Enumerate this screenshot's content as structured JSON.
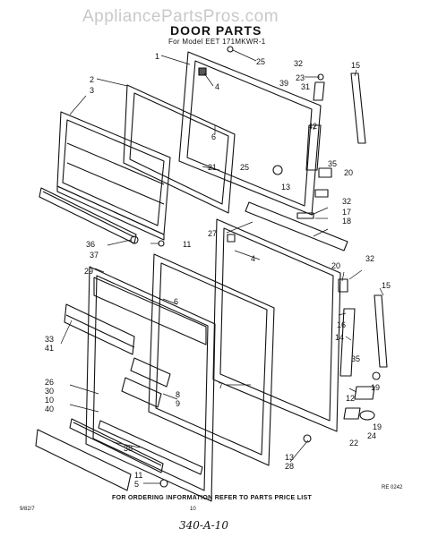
{
  "watermark": "AppliancePartsPros.com",
  "title": "DOOR PARTS",
  "subtitle": "For Model EET 171MKWR-1",
  "footer_note": "FOR ORDERING INFORMATION REFER TO PARTS PRICE LIST",
  "code_left": "9/82/7",
  "page_no": "10",
  "diagram_code": "RE 0242",
  "handwritten_note": "340-A-10",
  "callouts": [
    {
      "id": "c1",
      "label": "1"
    },
    {
      "id": "c25a",
      "label": "25"
    },
    {
      "id": "c4a",
      "label": "4"
    },
    {
      "id": "c32a",
      "label": "32"
    },
    {
      "id": "c23",
      "label": "23"
    },
    {
      "id": "c31",
      "label": "31"
    },
    {
      "id": "c39",
      "label": "39"
    },
    {
      "id": "c15a",
      "label": "15"
    },
    {
      "id": "c2",
      "label": "2"
    },
    {
      "id": "c3",
      "label": "3"
    },
    {
      "id": "c42",
      "label": "42"
    },
    {
      "id": "c6a",
      "label": "6"
    },
    {
      "id": "c21",
      "label": "21"
    },
    {
      "id": "c25b",
      "label": "25"
    },
    {
      "id": "c35a",
      "label": "35"
    },
    {
      "id": "c20a",
      "label": "20"
    },
    {
      "id": "c13a",
      "label": "13"
    },
    {
      "id": "c32b",
      "label": "32"
    },
    {
      "id": "c17",
      "label": "17"
    },
    {
      "id": "c18",
      "label": "18"
    },
    {
      "id": "c27",
      "label": "27"
    },
    {
      "id": "c11a",
      "label": "11"
    },
    {
      "id": "c36",
      "label": "36"
    },
    {
      "id": "c37",
      "label": "37"
    },
    {
      "id": "c4b",
      "label": "4"
    },
    {
      "id": "c20b",
      "label": "20"
    },
    {
      "id": "c32c",
      "label": "32"
    },
    {
      "id": "c29",
      "label": "29"
    },
    {
      "id": "c15b",
      "label": "15"
    },
    {
      "id": "c6b",
      "label": "6"
    },
    {
      "id": "c16",
      "label": "16"
    },
    {
      "id": "c33",
      "label": "33"
    },
    {
      "id": "c41",
      "label": "41"
    },
    {
      "id": "c14",
      "label": "14"
    },
    {
      "id": "c35b",
      "label": "35"
    },
    {
      "id": "c8",
      "label": "8"
    },
    {
      "id": "c9",
      "label": "9"
    },
    {
      "id": "c26",
      "label": "26"
    },
    {
      "id": "c30",
      "label": "30"
    },
    {
      "id": "c10",
      "label": "10"
    },
    {
      "id": "c40",
      "label": "40"
    },
    {
      "id": "c7",
      "label": "7"
    },
    {
      "id": "c12",
      "label": "12"
    },
    {
      "id": "c19a",
      "label": "19"
    },
    {
      "id": "c19b",
      "label": "19"
    },
    {
      "id": "c24",
      "label": "24"
    },
    {
      "id": "c22",
      "label": "22"
    },
    {
      "id": "c38",
      "label": "38"
    },
    {
      "id": "c13b",
      "label": "13"
    },
    {
      "id": "c28",
      "label": "28"
    },
    {
      "id": "c5",
      "label": "5"
    },
    {
      "id": "c11b",
      "label": "11"
    }
  ]
}
